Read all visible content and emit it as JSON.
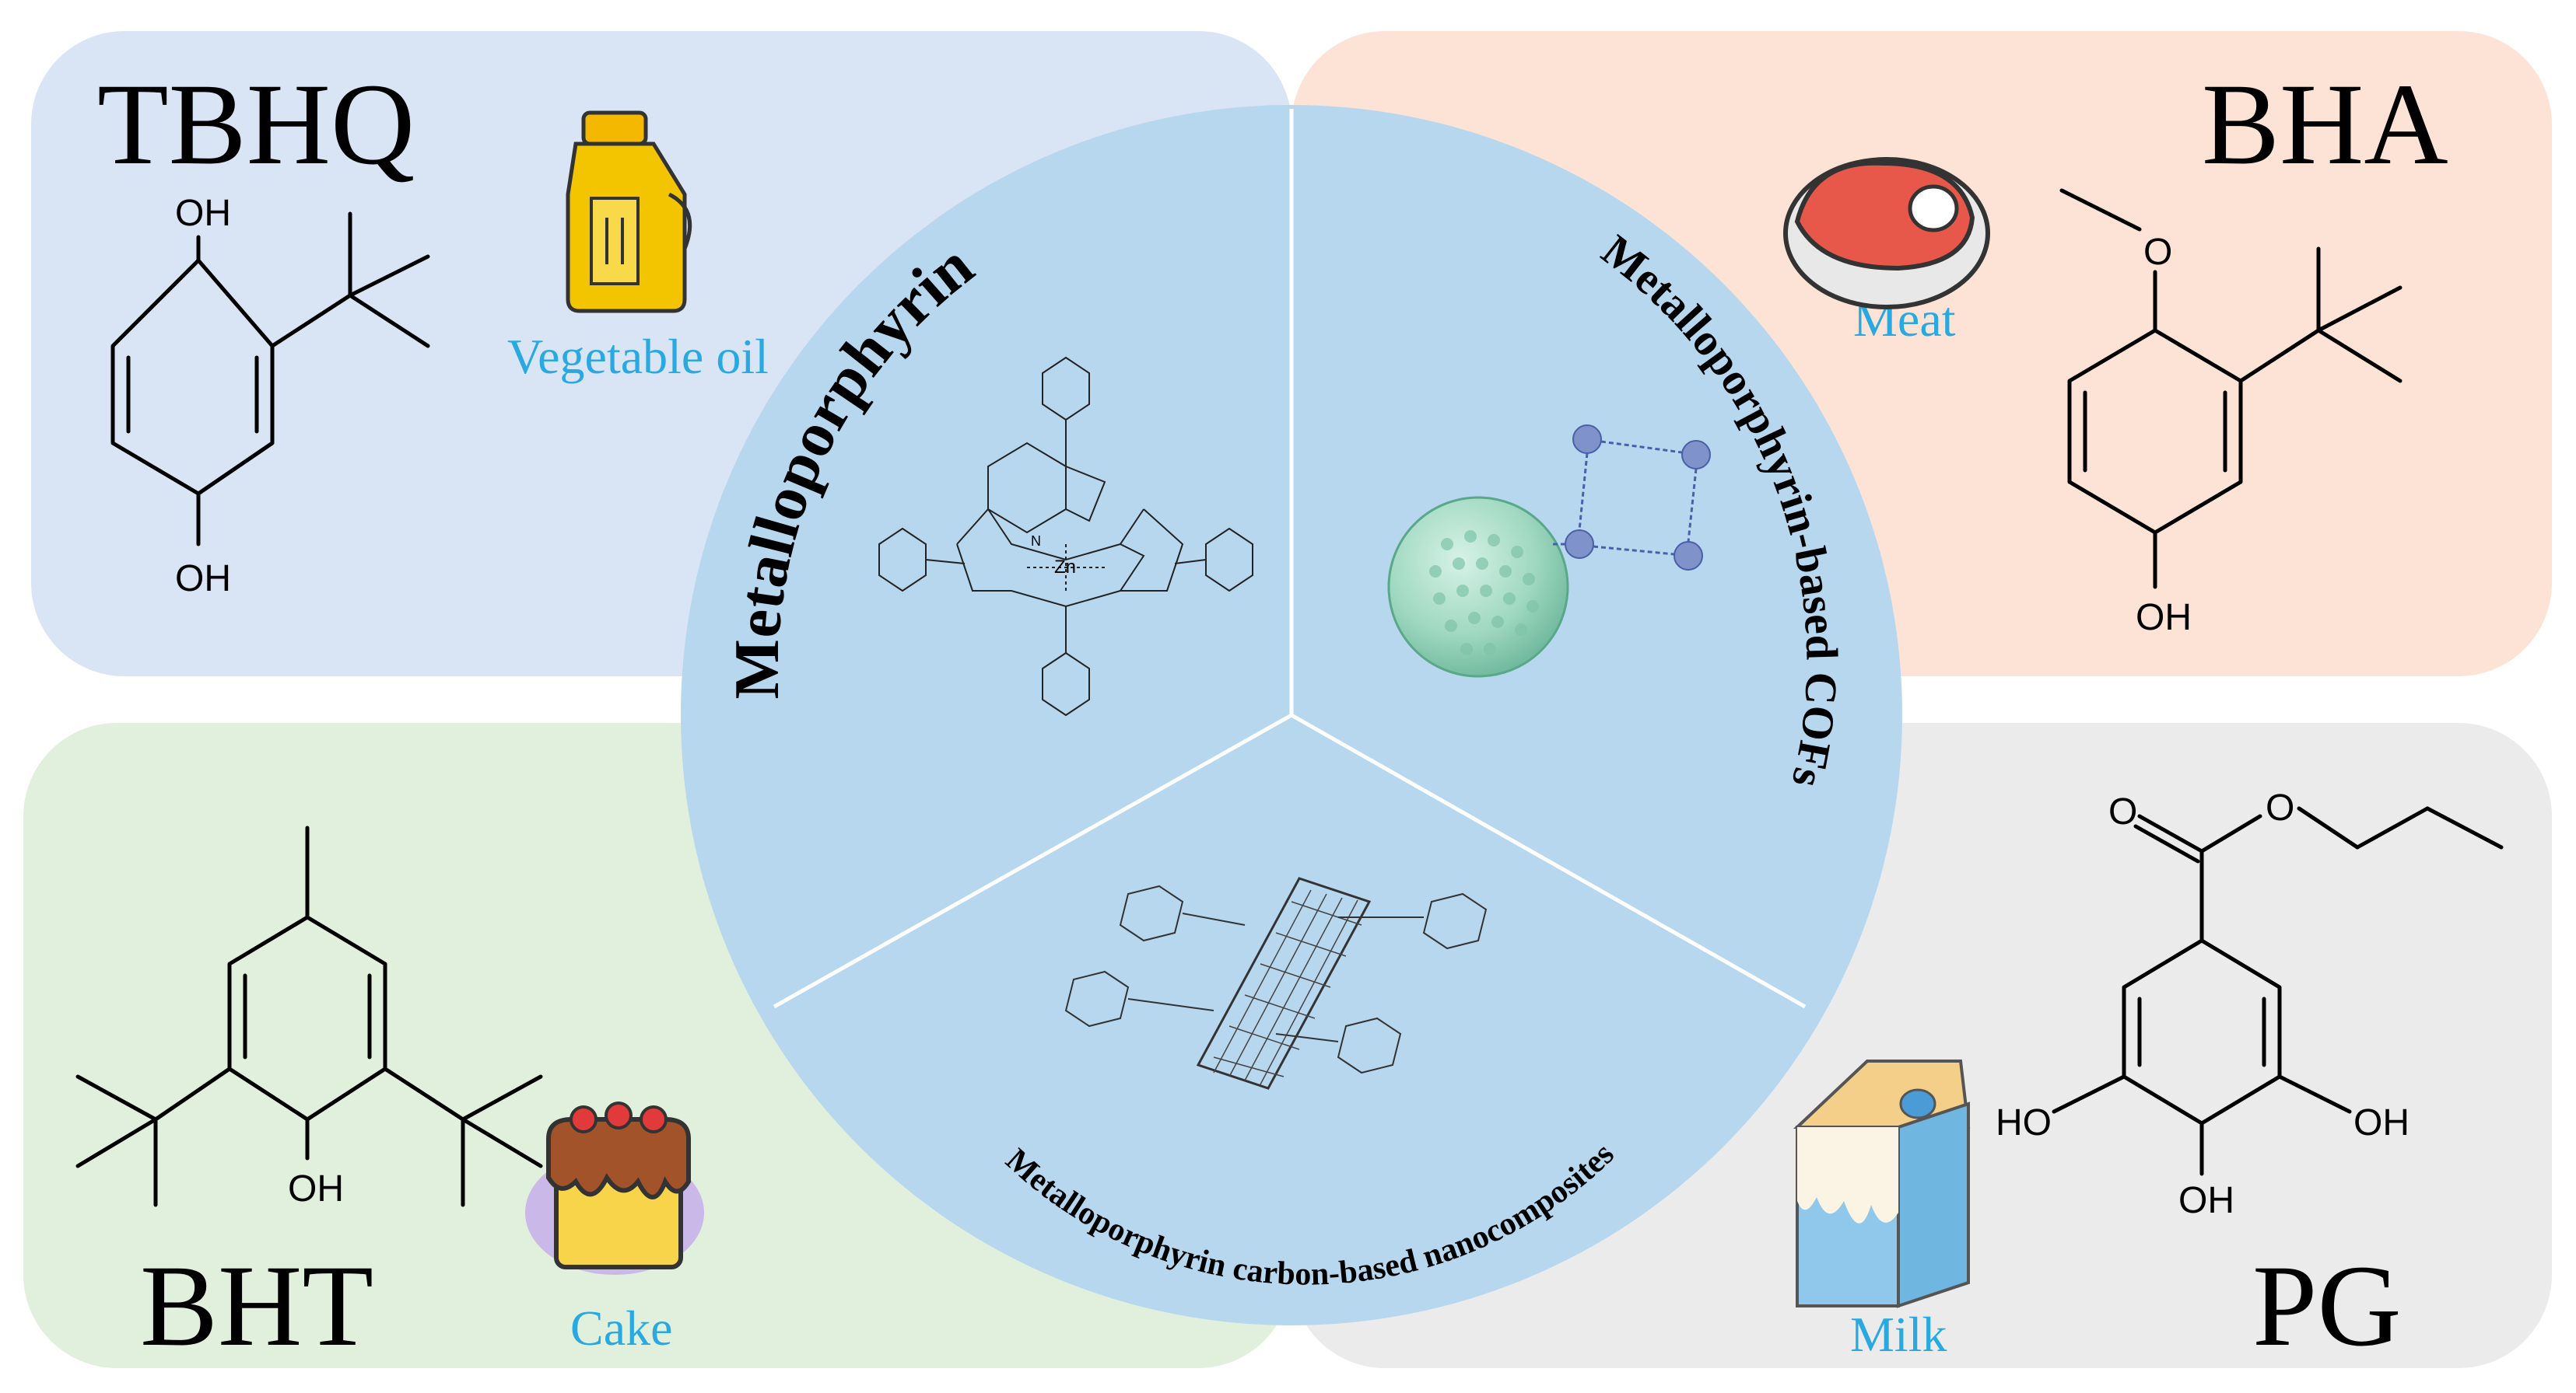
{
  "quadrants": {
    "top_left": {
      "compound": "TBHQ",
      "food": "Vegetable oil",
      "oh_top": "OH",
      "oh_bottom": "OH",
      "color": "#d9e4f4"
    },
    "top_right": {
      "compound": "BHA",
      "food": "Meat",
      "o_label": "O",
      "oh_label": "OH",
      "color": "#fce3d6"
    },
    "bottom_left": {
      "compound": "BHT",
      "food": "Cake",
      "oh_label": "OH",
      "color": "#e1f0dc"
    },
    "bottom_right": {
      "compound": "PG",
      "food": "Milk",
      "o_carbonyl": "O",
      "o_ester": "O",
      "ho_left": "HO",
      "oh_right": "OH",
      "oh_bottom": "OH",
      "color": "#ebebeb"
    }
  },
  "circle": {
    "color": "#b7d7ef",
    "sectors": {
      "left": {
        "label": "Metalloporphyrin",
        "metal": "Zn",
        "n_label": "N"
      },
      "right": {
        "label": "Metalloporphyrin-based COFs"
      },
      "bottom": {
        "label": "Metalloporphyrin carbon-based nanocomposites"
      }
    }
  }
}
